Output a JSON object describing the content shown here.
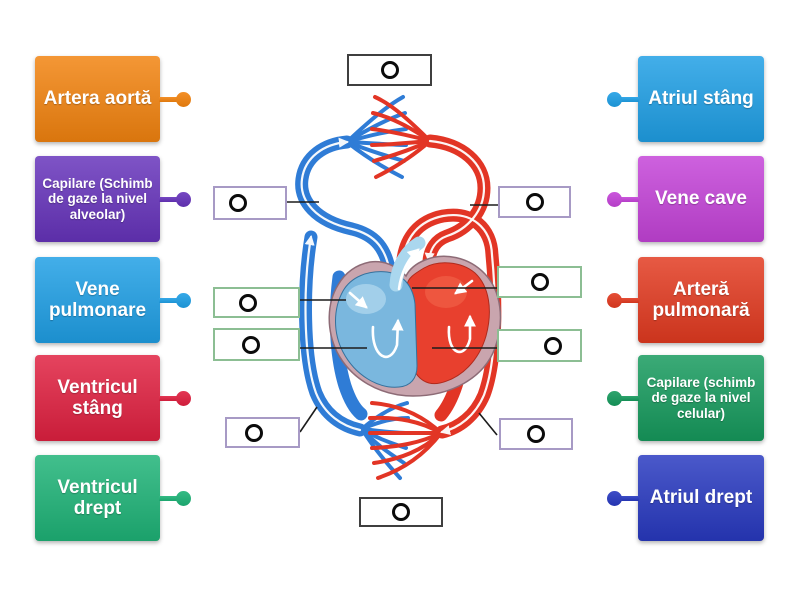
{
  "activity": {
    "type": "labelled-diagram-matching",
    "diagram_subject": "Circulația sângelui (inimă, plămâni, circulație sistemică)",
    "left_labels": [
      {
        "text": "Artera aortă",
        "color": "#f2830f"
      },
      {
        "text": "Capilare (Schimb de gaze la nivel alveolar)",
        "color": "#6633bb"
      },
      {
        "text": "Vene pulmonare",
        "color": "#1f9fe5"
      },
      {
        "text": "Ventricul stâng",
        "color": "#e02040"
      },
      {
        "text": "Ventricul drept",
        "color": "#1eb377"
      }
    ],
    "right_labels": [
      {
        "text": "Atriul stâng",
        "color": "#1f9fe5"
      },
      {
        "text": "Vene cave",
        "color": "#c443d8"
      },
      {
        "text": "Arteră pulmonară",
        "color": "#e23a20"
      },
      {
        "text": "Capilare (schimb de gaze la nivel celular)",
        "color": "#169a5d"
      },
      {
        "text": "Atriul drept",
        "color": "#2839c0"
      }
    ],
    "drop_slots": [
      {
        "id": "top-center",
        "marker": "circle",
        "border_color": "#3f3f3f"
      },
      {
        "id": "upper-left",
        "marker": "circle",
        "border_color": "#a79ac5"
      },
      {
        "id": "upper-right",
        "marker": "circle",
        "border_color": "#a79ac5"
      },
      {
        "id": "mid-left-1",
        "marker": "circle",
        "border_color": "#8cbe93"
      },
      {
        "id": "mid-left-2",
        "marker": "circle",
        "border_color": "#8cbe93"
      },
      {
        "id": "mid-right-1",
        "marker": "circle",
        "border_color": "#8cbe93"
      },
      {
        "id": "mid-right-2",
        "marker": "circle",
        "border_color": "#8cbe93"
      },
      {
        "id": "lower-left",
        "marker": "circle",
        "border_color": "#a79ac5"
      },
      {
        "id": "lower-right",
        "marker": "circle",
        "border_color": "#a79ac5"
      },
      {
        "id": "bottom-center",
        "marker": "circle",
        "border_color": "#3f3f3f"
      }
    ],
    "diagram_colors": {
      "vein_blue": "#2f7cd6",
      "artery_red": "#e23525",
      "heart_pink": "#c9a5ae",
      "heart_blue": "#7ab7de",
      "heart_red": "#e8402e",
      "pulmonary_trunk": "#aad7ee"
    }
  }
}
